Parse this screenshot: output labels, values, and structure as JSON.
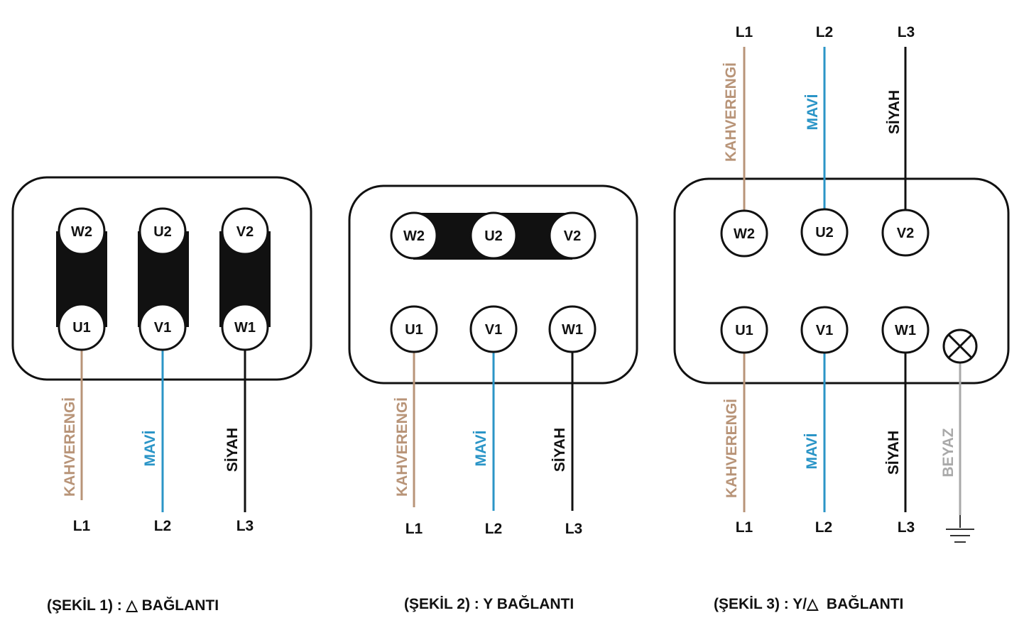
{
  "colors": {
    "brown": "#b89478",
    "blue": "#2b95c7",
    "black": "#111111",
    "gray": "#a9a9a9"
  },
  "icons": [
    "lamp-icon",
    "ground-icon"
  ],
  "figures": [
    {
      "caption": "(ŞEKİL 1) : △ BAĞLANTI",
      "terminals": [
        "W2",
        "U2",
        "V2",
        "U1",
        "V1",
        "W1"
      ],
      "lines": [
        "L1",
        "L2",
        "L3"
      ],
      "wires": [
        "KAHVERENGİ",
        "MAVİ",
        "SİYAH"
      ]
    },
    {
      "caption": "(ŞEKİL 2) : Y BAĞLANTI",
      "terminals": [
        "W2",
        "U2",
        "V2",
        "U1",
        "V1",
        "W1"
      ],
      "lines": [
        "L1",
        "L2",
        "L3"
      ],
      "wires": [
        "KAHVERENGİ",
        "MAVİ",
        "SİYAH"
      ]
    },
    {
      "caption": "(ŞEKİL 3) : Y/△  BAĞLANTI",
      "terminals": [
        "W2",
        "U2",
        "V2",
        "U1",
        "V1",
        "W1"
      ],
      "lines_top": [
        "L1",
        "L2",
        "L3"
      ],
      "wires_top": [
        "KAHVERENGİ",
        "MAVİ",
        "SİYAH"
      ],
      "lines_bottom": [
        "L1",
        "L2",
        "L3"
      ],
      "wires_bottom": [
        "KAHVERENGİ",
        "MAVİ",
        "SİYAH",
        "BEYAZ"
      ]
    }
  ]
}
